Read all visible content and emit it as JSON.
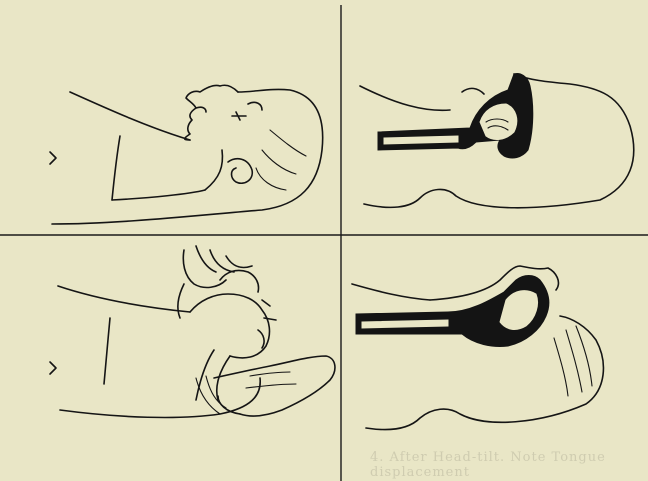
{
  "figure": {
    "panels": [
      {
        "id": "head-tilt-closed-external"
      },
      {
        "id": "head-tilt-closed-section"
      },
      {
        "id": "head-tilt-open-external"
      },
      {
        "id": "head-tilt-open-section"
      }
    ],
    "faded_caption": "4. After Head-tilt. Note Tongue displacement"
  }
}
